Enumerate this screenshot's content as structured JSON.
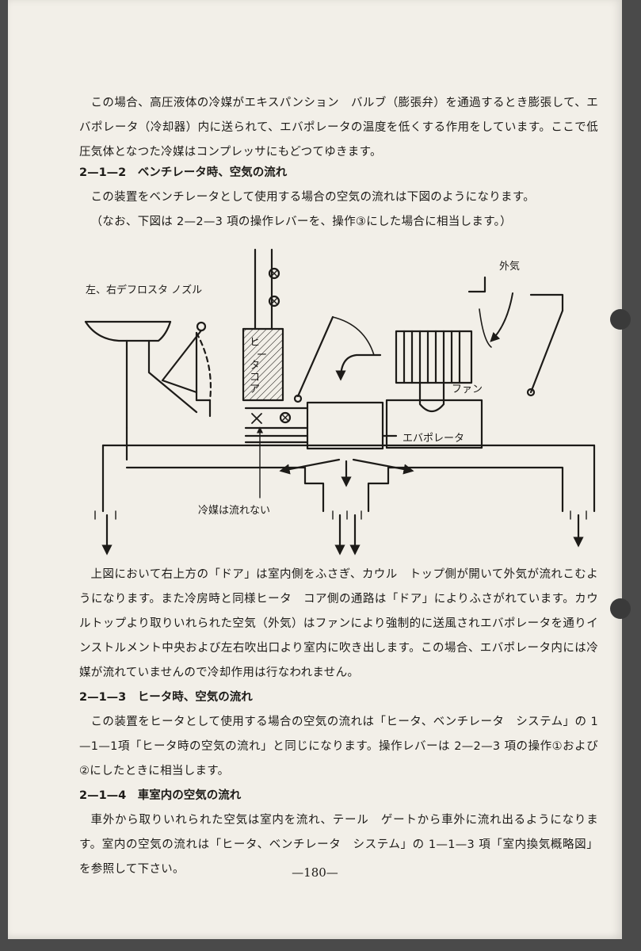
{
  "intro": {
    "paragraph": "この場合、高圧液体の冷媒がエキスパンション　バルブ（膨張弁）を通過するとき膨張して、エバポレータ（冷却器）内に送られて、エバポレータの温度を低くする作用をしています。ここで低圧気体となつた冷媒はコンプレッサにもどつてゆきます。"
  },
  "section_vent": {
    "heading": "2—1—2　ベンチレータ時、空気の流れ",
    "line1": "この装置をベンチレータとして使用する場合の空気の流れは下図のようになります。",
    "line2": "（なお、下図は 2—2—3 項の操作レバーを、操作③にした場合に相当します。）"
  },
  "diagram": {
    "label_defroster": "左、右デフロスタ ノズル",
    "label_outside_air": "外気",
    "label_heater_core": [
      "ヒ",
      "ー",
      "タ",
      "コ",
      "ア"
    ],
    "label_fan": "ファン",
    "label_evaporator": "エバポレータ",
    "label_no_refrigerant": "冷媒は流れない"
  },
  "description": {
    "paragraph": "上図において右上方の「ドア」は室内側をふさぎ、カウル　トップ側が開いて外気が流れこむようになります。また冷房時と同様ヒータ　コア側の通路は「ドア」によりふさがれています。カウルトップより取りいれられた空気（外気）はファンにより強制的に送風されエバポレータを通りインストルメント中央および左右吹出口より室内に吹き出します。この場合、エバポレータ内には冷媒が流れていませんので冷却作用は行なわれません。",
    "heading_heater": "2—1—3　ヒータ時、空気の流れ",
    "heater_paragraph": "この装置をヒータとして使用する場合の空気の流れは「ヒータ、ベンチレータ　システム」の 1—1—1項「ヒータ時の空気の流れ」と同じになります。操作レバーは 2—2—3 項の操作①および②にしたときに相当します。",
    "heading_cabin": "2—1—4　車室内の空気の流れ",
    "cabin_paragraph": "車外から取りいれられた空気は室内を流れ、テール　ゲートから車外に流れ出るようになります。室内の空気の流れは「ヒータ、ベンチレータ　システム」の 1—1—3 項「室内換気概略図」を参照して下さい。"
  },
  "page_number": "—180—"
}
